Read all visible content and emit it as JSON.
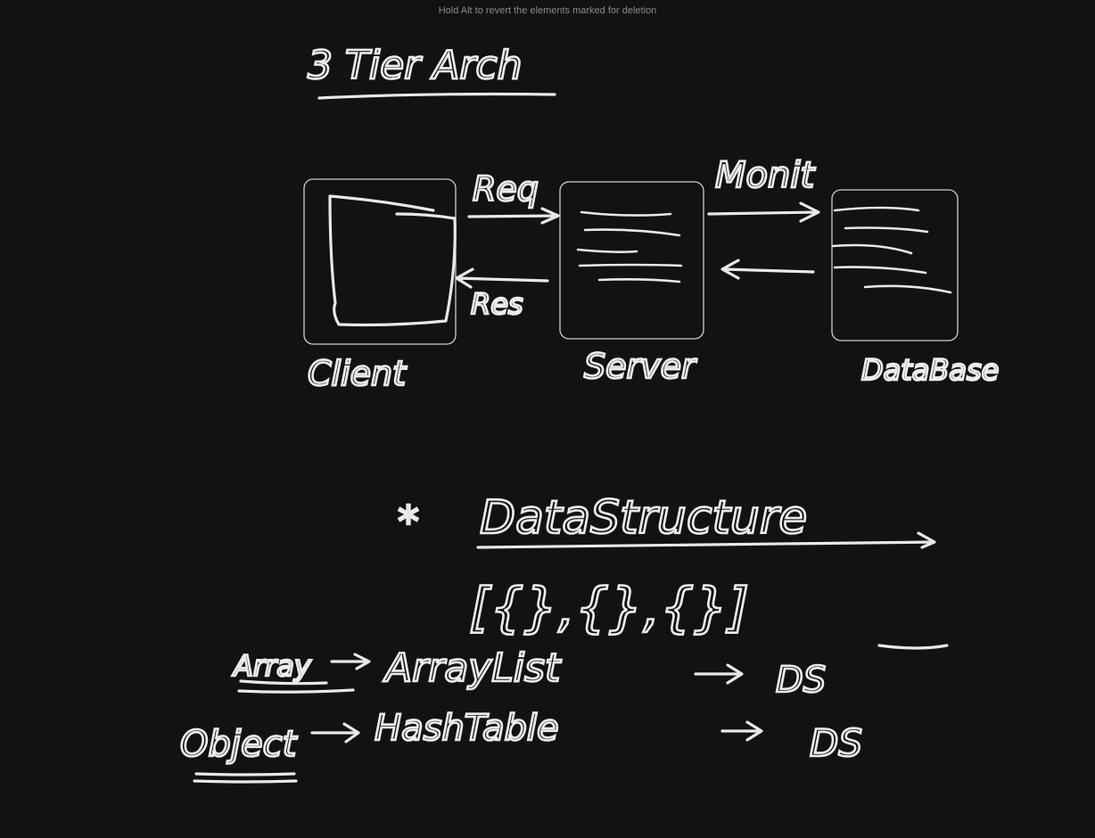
{
  "hint_text": "Hold Alt to revert the elements marked for deletion",
  "ink_color": "#e8e8e8",
  "background_color": "#121212",
  "notes": {
    "title": "3 Tier Arch",
    "request_label": "Req",
    "response_label": "Res",
    "server_db_label": "Monit",
    "client_label": "Client",
    "server_label": "Server",
    "database_label": "DataBase",
    "ds_title": "DataStructure",
    "star": "*",
    "brackets_text": "[{},{},{}]",
    "array_label": "Array",
    "arraylist_label": "ArrayList",
    "ds_label_1": "DS",
    "object_label": "Object",
    "hashtable_label": "HashTable",
    "ds_label_2": "DS"
  }
}
